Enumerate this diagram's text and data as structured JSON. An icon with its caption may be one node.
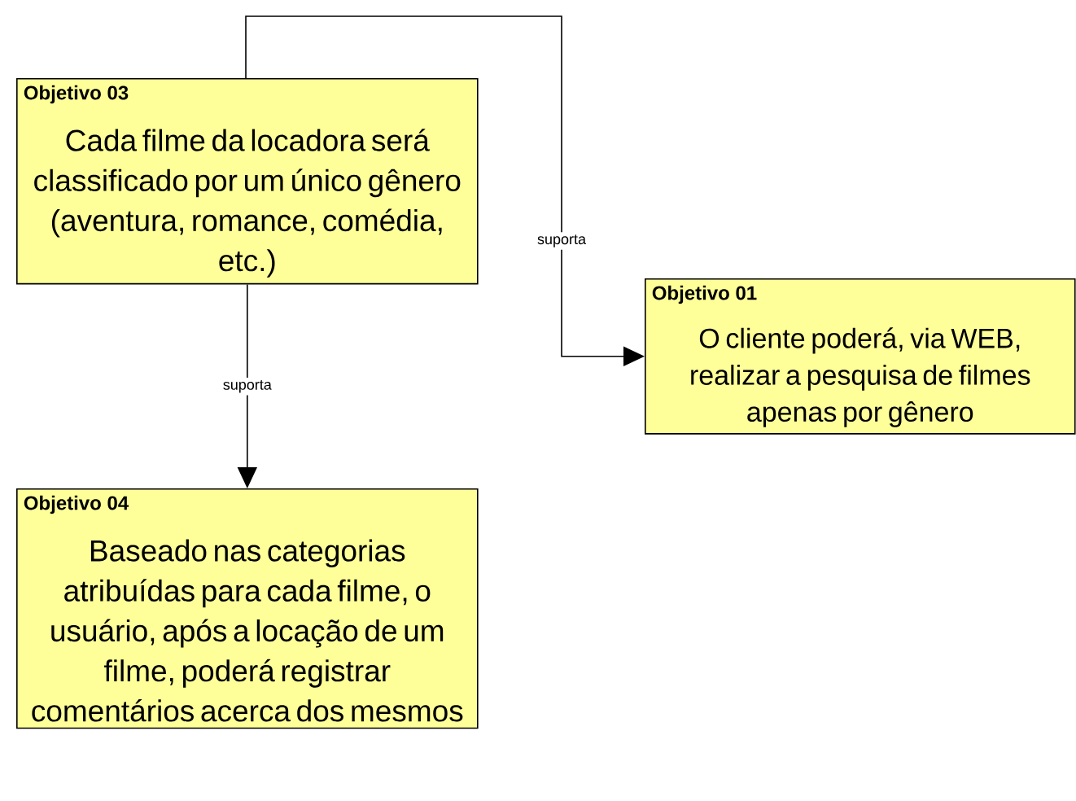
{
  "diagram": {
    "nodes": [
      {
        "text": [
          "Objetivo 03",
          "Cada filme da locadora será classificado por um único gênero (aventura, romance, comédia, etc.)"
        ]
      },
      {
        "text": [
          "Objetivo 01",
          "O cliente poderá, via WEB, realizar a pesquisa de filmes apenas por gênero"
        ]
      },
      {
        "text": [
          "Objetivo 04",
          "Baseado nas categorias atribuídas para cada filme, o usuário, após a locação de um filme, poderá registrar comentários acerca dos mesmos"
        ]
      }
    ],
    "edges": [
      {
        "from": 0,
        "to": 1,
        "arrow": "to",
        "label": "suporta"
      },
      {
        "from": 0,
        "to": 2,
        "arrow": "to",
        "label": "suporta"
      }
    ]
  }
}
